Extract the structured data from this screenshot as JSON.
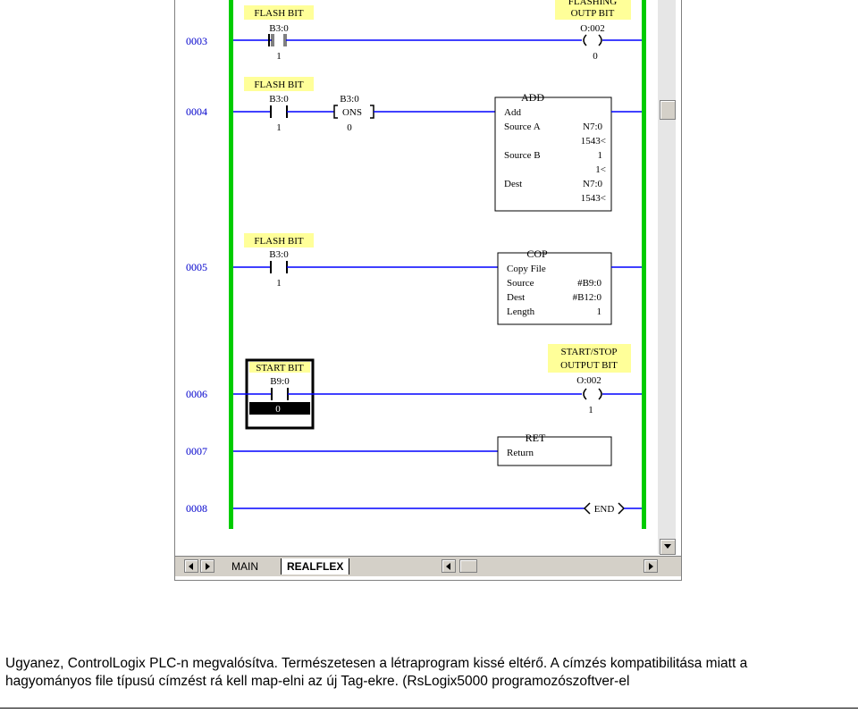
{
  "colors": {
    "rail": "#00cc00",
    "wire": "#0000ff",
    "rung_number": "#0000cc",
    "label_bg": "#ffff99"
  },
  "rungs": {
    "r3": {
      "number": "0003",
      "left_label": "FLASH BIT",
      "contact_addr": "B3:0",
      "contact_val": "1",
      "right_label_1": "FLASHING",
      "right_label_2": "OUTP BIT",
      "coil_addr": "O:002",
      "coil_val": "0"
    },
    "r4": {
      "number": "0004",
      "label": "FLASH BIT",
      "contact_addr": "B3:0",
      "contact_val": "1",
      "ons_addr": "B3:0",
      "ons_text": "ONS",
      "ons_val": "0",
      "box": {
        "title": "ADD",
        "name": "Add",
        "srca_label": "Source A",
        "srca_addr": "N7:0",
        "srca_val": "1543<",
        "srcb_label": "Source B",
        "srcb_addr": "1",
        "srcb_val": "1<",
        "dest_label": "Dest",
        "dest_addr": "N7:0",
        "dest_val": "1543<"
      }
    },
    "r5": {
      "number": "0005",
      "label": "FLASH BIT",
      "contact_addr": "B3:0",
      "contact_val": "1",
      "box": {
        "title": "COP",
        "name": "Copy File",
        "src_label": "Source",
        "src_addr": "#B9:0",
        "dest_label": "Dest",
        "dest_addr": "#B12:0",
        "len_label": "Length",
        "len_val": "1"
      }
    },
    "r6": {
      "number": "0006",
      "label": "START BIT",
      "contact_addr": "B9:0",
      "contact_val": "0",
      "right_label_1": "START/STOP",
      "right_label_2": "OUTPUT BIT",
      "coil_addr": "O:002",
      "coil_val": "1"
    },
    "r7": {
      "number": "0007",
      "box": {
        "title": "RET",
        "name": "Return"
      }
    },
    "r8": {
      "number": "0008",
      "end": "END"
    }
  },
  "tabs": {
    "main": "MAIN",
    "realflex": "REALFLEX"
  },
  "caption": {
    "line1": "Ugyanez, ControlLogix PLC-n megvalósítva. Természetesen a létraprogram kissé eltérő. A címzés kompatibilitása miatt a",
    "line2": "hagyományos file típusú címzést rá kell map-elni az új Tag-ekre. (RsLogix5000 programozószoftver-el"
  }
}
